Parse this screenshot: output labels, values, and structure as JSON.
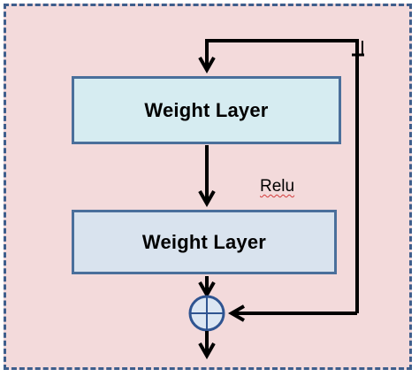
{
  "diagram": {
    "layers": [
      {
        "label": "Weight Layer"
      },
      {
        "label": "Weight Layer"
      }
    ],
    "activation_label": "Relu",
    "merge_symbol": "sum-circle-icon",
    "colors": {
      "frame_fill": "#f3dadb",
      "frame_border": "#3e5e8c",
      "layer1_fill": "#d6ecf1",
      "layer2_fill": "#d9e3ee",
      "box_border": "#4a6f9b",
      "sum_fill": "#dbe6f3",
      "sum_stroke": "#2f5491"
    }
  }
}
